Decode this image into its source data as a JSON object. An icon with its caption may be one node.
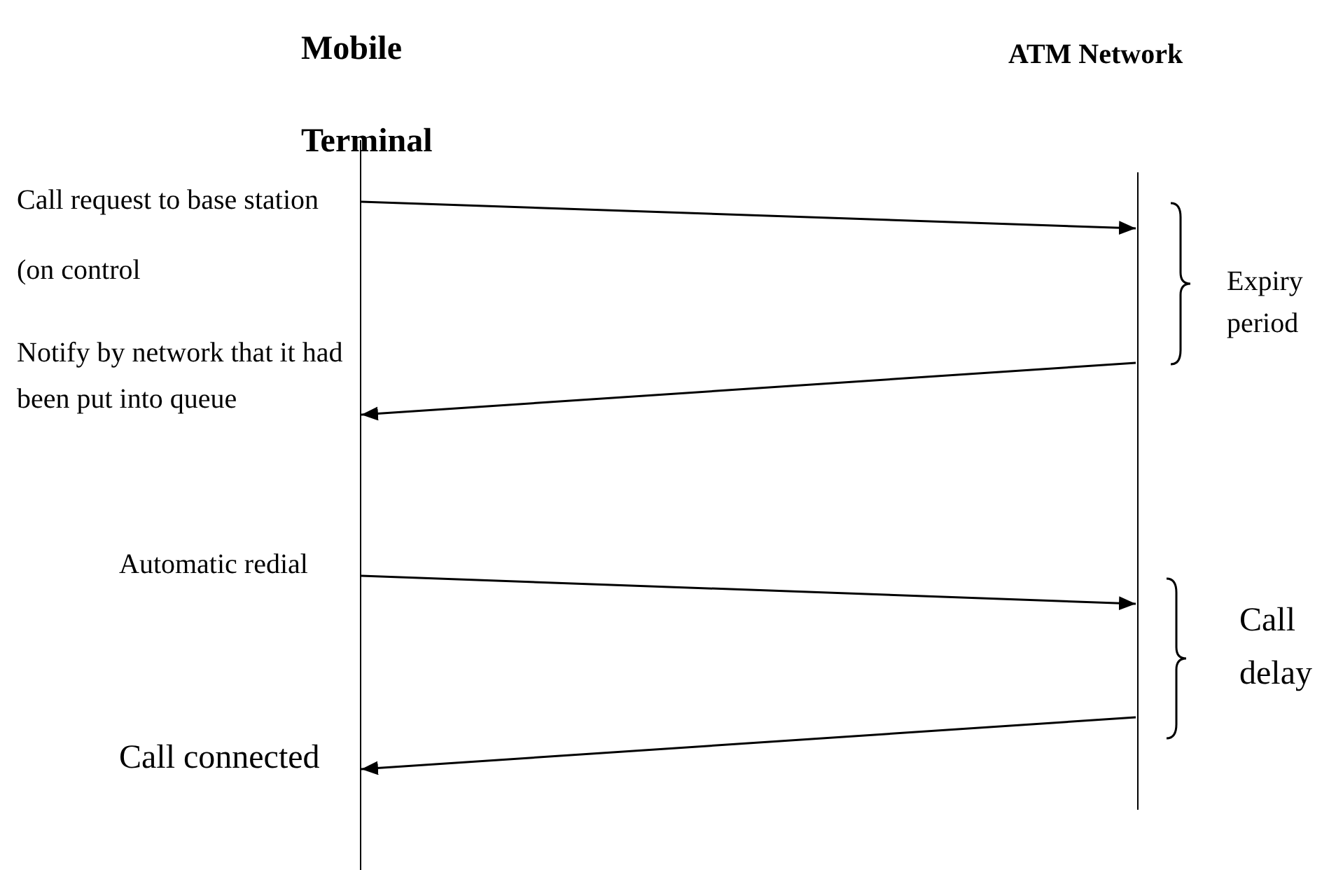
{
  "diagram": {
    "nodes": [
      {
        "text": [
          "Mobile Terminal"
        ]
      },
      {
        "text": [
          "ATM Network"
        ]
      }
    ],
    "edges": [
      {
        "from": 0,
        "to": 1,
        "arrow": "to",
        "label": "Call request to base station (on control"
      },
      {
        "from": 1,
        "to": 0,
        "arrow": "to",
        "label": "Notify by network that it had been put into queue"
      },
      {
        "from": 0,
        "to": 1,
        "arrow": "to",
        "label": "Automatic redial"
      },
      {
        "from": 1,
        "to": 0,
        "arrow": "to",
        "label": "Call connected"
      }
    ],
    "labels": [
      "Expiry period",
      "Call delay"
    ]
  }
}
